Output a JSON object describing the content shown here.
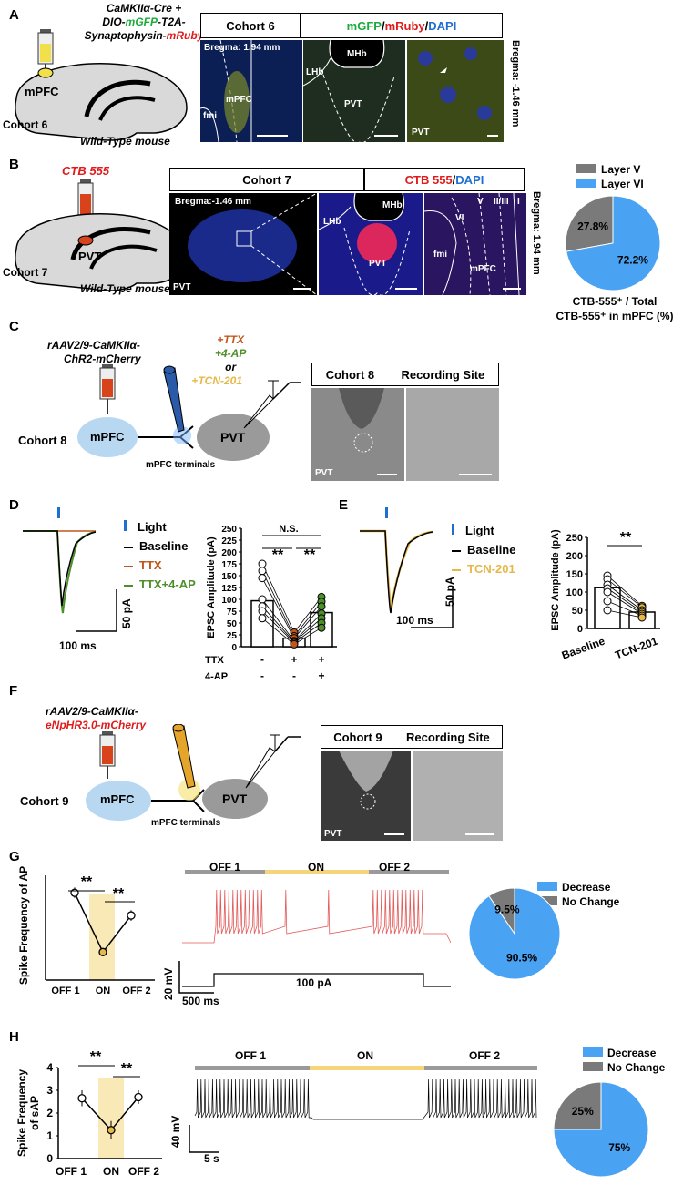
{
  "colors": {
    "green": "#1aab3a",
    "red": "#e01b1b",
    "blue": "#1f6fd1",
    "orange": "#c0561a",
    "olive": "#4f8f2a",
    "gold": "#e5b84a",
    "pieBlue": "#4aa3f2",
    "pieGray": "#7a7a7a",
    "lightBlue": "#b8d8f2",
    "gray": "#9a9a9a"
  },
  "panels": {
    "A": {
      "label": "A",
      "virus_line1": "CaMKIIα-Cre +",
      "virus_line2_a": "DIO-",
      "virus_line2_b": "mGFP",
      "virus_line2_c": "-T2A-",
      "virus_line3_a": "Synaptophysin-",
      "virus_line3_b": "mRuby",
      "region": "mPFC",
      "cohort": "Cohort 6",
      "mouse": "Wild-Type mouse",
      "header_cohort": "Cohort 6",
      "legend_a": "mGFP",
      "legend_b": "mRuby",
      "legend_c": "DAPI",
      "sep": " / ",
      "bregma1": "Bregma: 1.94 mm",
      "img1_region": "mPFC",
      "img1_fmi": "fmi",
      "img2_mhb": "MHb",
      "img2_lhb": "LHb",
      "img2_pvt": "PVT",
      "img3_pvt": "PVT",
      "bregma_side": "Bregma: -1.46 mm"
    },
    "B": {
      "label": "B",
      "tracer": "CTB 555",
      "region": "PVT",
      "cohort": "Cohort 7",
      "mouse": "Wild-Type mouse",
      "header_cohort": "Cohort 7",
      "legend_a": "CTB 555",
      "legend_b": "DAPI",
      "sep": " / ",
      "bregma1": "Bregma:-1.46 mm",
      "img1_pvt": "PVT",
      "img2_lhb": "LHb",
      "img2_mhb": "MHb",
      "img2_pvt": "PVT",
      "img3_fmi": "fmi",
      "img3_mpfc": "mPFC",
      "img3_vi": "VI",
      "img3_v": "V",
      "img3_ii": "II/III",
      "img3_i": "I",
      "bregma_side": "Bregma: 1.94 mm",
      "caption1": "CTB-555⁺ / Total",
      "caption2": "CTB-555⁺ in mPFC (%)"
    },
    "C": {
      "label": "C",
      "virus1": "rAAV2/9-CaMKIIα-",
      "virus2": "ChR2-mCherry",
      "drug1": "+TTX",
      "drug2": "+4-AP",
      "drug3": "or",
      "drug4": "+TCN-201",
      "node1": "mPFC",
      "node2": "PVT",
      "terminals": "mPFC terminals",
      "cohort": "Cohort 8",
      "header_cohort": "Cohort 8",
      "header_site": "Recording Site",
      "img_pvt": "PVT"
    },
    "D": {
      "label": "D",
      "legend_light": "Light",
      "legend_baseline": "Baseline",
      "legend_ttx": "TTX",
      "legend_ttx4ap": "TTX+4-AP",
      "scale_y": "50 pA",
      "scale_x": "100 ms",
      "ylabel": "EPSC Amplitude (pA)",
      "ticks": [
        "0",
        "25",
        "50",
        "75",
        "100",
        "125",
        "150",
        "175",
        "200",
        "225",
        "250"
      ],
      "ns": "N.S.",
      "sig": "**",
      "row1_label": "TTX",
      "row2_label": "4-AP",
      "row1": [
        "-",
        "+",
        "+"
      ],
      "row2": [
        "-",
        "-",
        "+"
      ]
    },
    "E": {
      "label": "E",
      "legend_light": "Light",
      "legend_baseline": "Baseline",
      "legend_tcn": "TCN-201",
      "scale_y": "50 pA",
      "scale_x": "100 ms",
      "ylabel": "EPSC Amplitude (pA)",
      "ticks": [
        "0",
        "50",
        "100",
        "150",
        "200",
        "250"
      ],
      "sig": "**",
      "xcat1": "Baseline",
      "xcat2": "TCN-201"
    },
    "F": {
      "label": "F",
      "virus1": "rAAV2/9-CaMKIIα-",
      "virus2": "eNpHR3.0-mCherry",
      "node1": "mPFC",
      "node2": "PVT",
      "terminals": "mPFC terminals",
      "cohort": "Cohort 9",
      "header_cohort": "Cohort 9",
      "header_site": "Recording Site",
      "img_pvt": "PVT"
    },
    "G": {
      "label": "G",
      "ylabel": "Spike Frequency of AP",
      "sig": "**",
      "xcats": [
        "OFF 1",
        "ON",
        "OFF 2"
      ],
      "trace_off1": "OFF 1",
      "trace_on": "ON",
      "trace_off2": "OFF 2",
      "scale_y": "20 mV",
      "scale_x": "500 ms",
      "current": "100 pA",
      "legend_decrease": "Decrease",
      "legend_nochange": "No Change"
    },
    "H": {
      "label": "H",
      "ylabel1": "Spike Frequency",
      "ylabel2": "of sAP",
      "ticks": [
        "0",
        "1",
        "2",
        "3",
        "4"
      ],
      "sig": "**",
      "xcats": [
        "OFF 1",
        "ON",
        "OFF 2"
      ],
      "trace_off1": "OFF 1",
      "trace_on": "ON",
      "trace_off2": "OFF 2",
      "scale_y": "40 mV",
      "scale_x": "5 s",
      "legend_decrease": "Decrease",
      "legend_nochange": "No Change"
    }
  },
  "chart_data": [
    {
      "id": "B-pie",
      "type": "pie",
      "slices": [
        {
          "name": "Layer V",
          "value": 27.8,
          "label": "27.8%"
        },
        {
          "name": "Layer VI",
          "value": 72.2,
          "label": "72.2%"
        }
      ],
      "legend": [
        "Layer V",
        "Layer VI"
      ],
      "legend_position": "top"
    },
    {
      "id": "D-bar",
      "type": "bar",
      "categories": [
        "Baseline",
        "TTX",
        "TTX+4-AP"
      ],
      "values": [
        97,
        18,
        72
      ],
      "points": [
        [
          175,
          160,
          145,
          100,
          85,
          75,
          60
        ],
        [
          30,
          22,
          18,
          12,
          10,
          8,
          5
        ],
        [
          105,
          95,
          85,
          70,
          60,
          50,
          40
        ]
      ],
      "ylabel": "EPSC Amplitude (pA)",
      "ylim": [
        0,
        250
      ]
    },
    {
      "id": "E-bar",
      "type": "bar",
      "categories": [
        "Baseline",
        "TCN-201"
      ],
      "values": [
        112,
        45
      ],
      "points": [
        [
          145,
          135,
          120,
          110,
          100,
          75,
          50
        ],
        [
          62,
          58,
          50,
          45,
          40,
          35,
          30
        ]
      ],
      "ylabel": "EPSC Amplitude (pA)",
      "ylim": [
        0,
        250
      ]
    },
    {
      "id": "G-line",
      "type": "line",
      "categories": [
        "OFF 1",
        "ON",
        "OFF 2"
      ],
      "values": [
        25,
        8,
        18.5
      ],
      "errors": [
        1.5,
        1.2,
        1.5
      ],
      "ylabel": "Spike Frequency of AP"
    },
    {
      "id": "G-pie",
      "type": "pie",
      "slices": [
        {
          "name": "Decrease",
          "value": 90.5,
          "label": "90.5%"
        },
        {
          "name": "No Change",
          "value": 9.5,
          "label": "9.5%"
        }
      ]
    },
    {
      "id": "H-line",
      "type": "line",
      "categories": [
        "OFF 1",
        "ON",
        "OFF 2"
      ],
      "values": [
        2.65,
        1.25,
        2.7
      ],
      "errors": [
        0.35,
        0.4,
        0.3
      ],
      "ylabel": "Spike Frequency of sAP",
      "ylim": [
        0,
        4
      ]
    },
    {
      "id": "H-pie",
      "type": "pie",
      "slices": [
        {
          "name": "Decrease",
          "value": 75,
          "label": "75%"
        },
        {
          "name": "No Change",
          "value": 25,
          "label": "25%"
        }
      ]
    }
  ]
}
